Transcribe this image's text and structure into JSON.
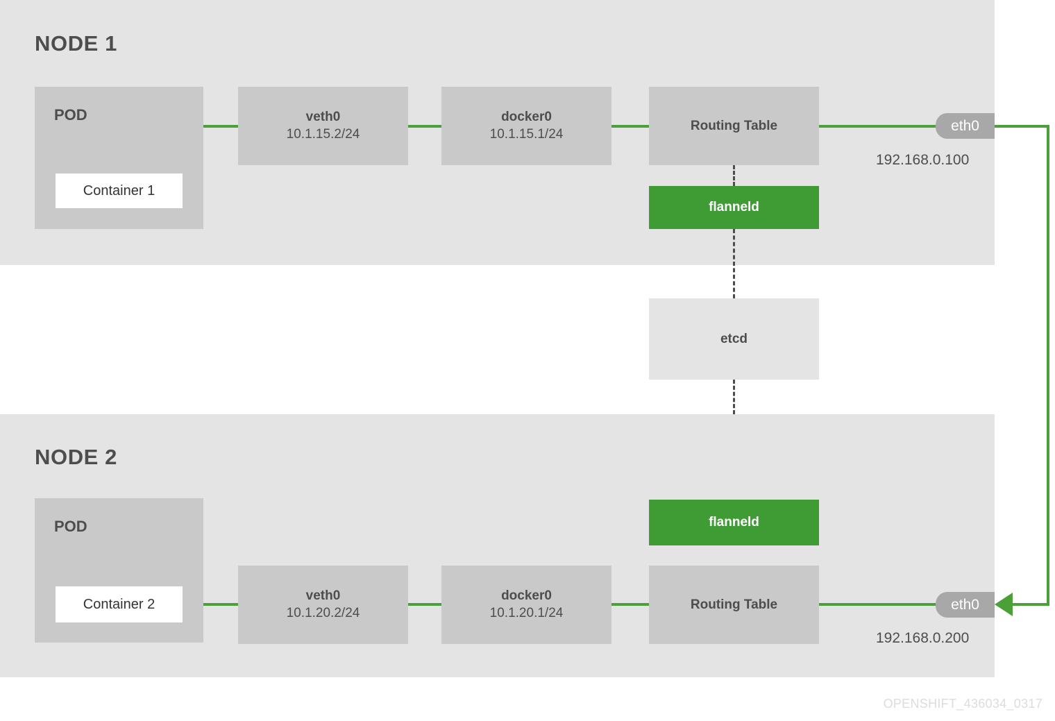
{
  "diagram": {
    "footer_code": "OPENSHIFT_436034_0317",
    "colors": {
      "node_panel_bg": "#e4e4e4",
      "box_gray": "#c9c9c9",
      "flanneld_green": "#3f9c35",
      "connector_green": "#4ca038",
      "badge_gray": "#a8a8a8",
      "text_gray": "#4d4d4d",
      "container_white": "#ffffff",
      "footer_gray": "#dcdcdc"
    }
  },
  "node1": {
    "title": "NODE 1",
    "pod": {
      "label": "POD",
      "container": "Container 1"
    },
    "veth": {
      "name": "veth0",
      "ip": "10.1.15.2/24"
    },
    "docker": {
      "name": "docker0",
      "ip": "10.1.15.1/24"
    },
    "routing_table": {
      "name": "Routing Table"
    },
    "flanneld": {
      "name": "flanneld"
    },
    "eth": {
      "name": "eth0",
      "ip": "192.168.0.100"
    }
  },
  "node2": {
    "title": "NODE 2",
    "pod": {
      "label": "POD",
      "container": "Container 2"
    },
    "veth": {
      "name": "veth0",
      "ip": "10.1.20.2/24"
    },
    "docker": {
      "name": "docker0",
      "ip": "10.1.20.1/24"
    },
    "routing_table": {
      "name": "Routing Table"
    },
    "flanneld": {
      "name": "flanneld"
    },
    "eth": {
      "name": "eth0",
      "ip": "192.168.0.200"
    }
  },
  "shared": {
    "etcd": {
      "name": "etcd"
    }
  }
}
